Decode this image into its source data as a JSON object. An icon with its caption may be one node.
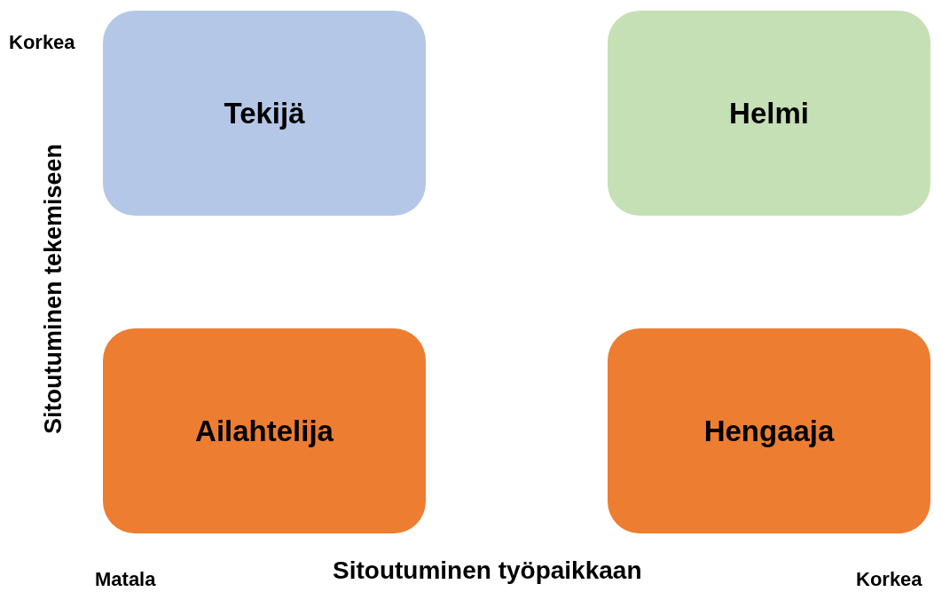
{
  "diagram": {
    "nodes": [
      {
        "text": [
          "Tekijä"
        ]
      },
      {
        "text": [
          "Helmi"
        ]
      },
      {
        "text": [
          "Ailahtelija"
        ]
      },
      {
        "text": [
          "Hengaaja"
        ]
      }
    ],
    "labels": [
      "Korkea",
      "Sitoutuminen tekemiseen",
      "Matala",
      "Sitoutuminen työpaikkaan",
      "Korkea"
    ]
  }
}
